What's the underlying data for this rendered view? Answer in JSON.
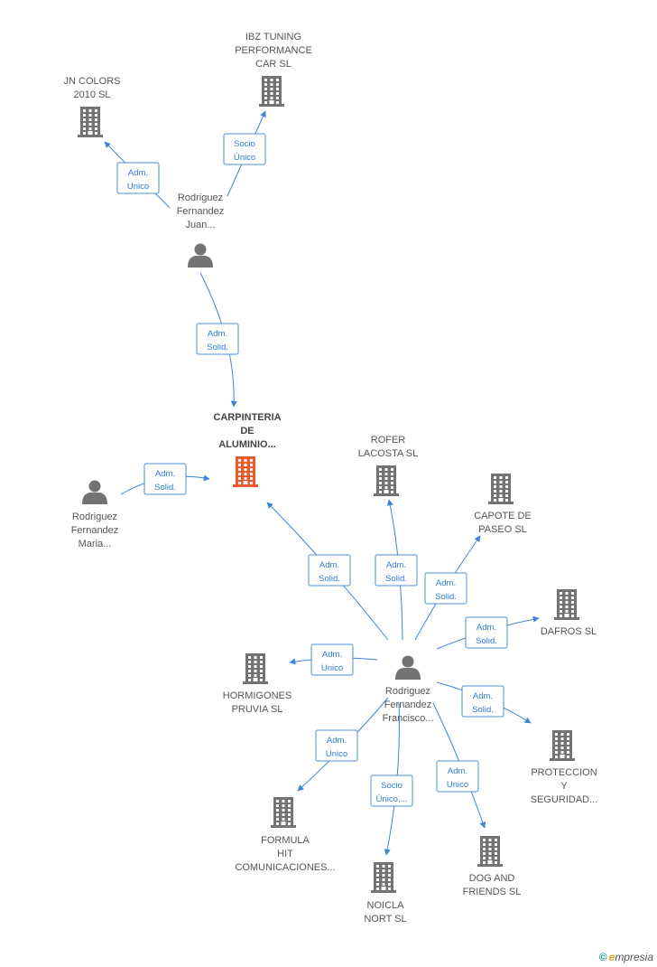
{
  "colors": {
    "node": "#737373",
    "center": "#f05a28",
    "edge": "#3d85d8"
  },
  "nodes": [
    {
      "id": "center",
      "type": "company",
      "lines": [
        "CARPINTERIA",
        "DE",
        "ALUMINIO..."
      ],
      "highlight": true
    },
    {
      "id": "juan",
      "type": "person",
      "lines": [
        "Rodriguez",
        "Fernandez",
        "Juan..."
      ]
    },
    {
      "id": "jn",
      "type": "company",
      "lines": [
        "JN COLORS",
        "2010 SL"
      ]
    },
    {
      "id": "ibz",
      "type": "company",
      "lines": [
        "IBZ TUNING",
        "PERFORMANCE",
        "CAR SL"
      ]
    },
    {
      "id": "maria",
      "type": "person",
      "lines": [
        "Rodriguez",
        "Fernandez",
        "Maria..."
      ]
    },
    {
      "id": "francisco",
      "type": "person",
      "lines": [
        "Rodriguez",
        "Fernandez",
        "Francisco..."
      ]
    },
    {
      "id": "rofer",
      "type": "company",
      "lines": [
        "ROFER",
        "LACOSTA SL"
      ]
    },
    {
      "id": "capote",
      "type": "company",
      "lines": [
        "CAPOTE DE",
        "PASEO SL"
      ]
    },
    {
      "id": "dafros",
      "type": "company",
      "lines": [
        "DAFROS SL"
      ]
    },
    {
      "id": "hormigones",
      "type": "company",
      "lines": [
        "HORMIGONES",
        "PRUVIA SL"
      ]
    },
    {
      "id": "proteccion",
      "type": "company",
      "lines": [
        "PROTECCION",
        "Y",
        "SEGURIDAD..."
      ]
    },
    {
      "id": "formula",
      "type": "company",
      "lines": [
        "FORMULA",
        "HIT",
        "COMUNICACIONES..."
      ]
    },
    {
      "id": "noicla",
      "type": "company",
      "lines": [
        "NOICLA",
        "NORT SL"
      ]
    },
    {
      "id": "dog",
      "type": "company",
      "lines": [
        "DOG AND",
        "FRIENDS SL"
      ]
    }
  ],
  "edges": [
    {
      "from": "juan",
      "to": "jn",
      "label": [
        "Adm.",
        "Unico"
      ]
    },
    {
      "from": "juan",
      "to": "ibz",
      "label": [
        "Socio",
        "Único"
      ]
    },
    {
      "from": "juan",
      "to": "center",
      "label": [
        "Adm.",
        "Solid."
      ]
    },
    {
      "from": "maria",
      "to": "center",
      "label": [
        "Adm.",
        "Solid."
      ]
    },
    {
      "from": "francisco",
      "to": "center",
      "label": [
        "Adm.",
        "Solid."
      ]
    },
    {
      "from": "francisco",
      "to": "rofer",
      "label": [
        "Adm.",
        "Solid."
      ]
    },
    {
      "from": "francisco",
      "to": "capote",
      "label": [
        "Adm.",
        "Solid."
      ]
    },
    {
      "from": "francisco",
      "to": "dafros",
      "label": [
        "Adm.",
        "Solid."
      ]
    },
    {
      "from": "francisco",
      "to": "hormigones",
      "label": [
        "Adm.",
        "Unico"
      ]
    },
    {
      "from": "francisco",
      "to": "proteccion",
      "label": [
        "Adm.",
        "Solid."
      ]
    },
    {
      "from": "francisco",
      "to": "formula",
      "label": [
        "Adm.",
        "Unico"
      ]
    },
    {
      "from": "francisco",
      "to": "noicla",
      "label": [
        "Socio",
        "Único,..."
      ]
    },
    {
      "from": "francisco",
      "to": "dog",
      "label": [
        "Adm.",
        "Unico"
      ]
    }
  ],
  "footer": {
    "copyright": "©",
    "brand_initial": "e",
    "brand_rest": "mpresia"
  }
}
